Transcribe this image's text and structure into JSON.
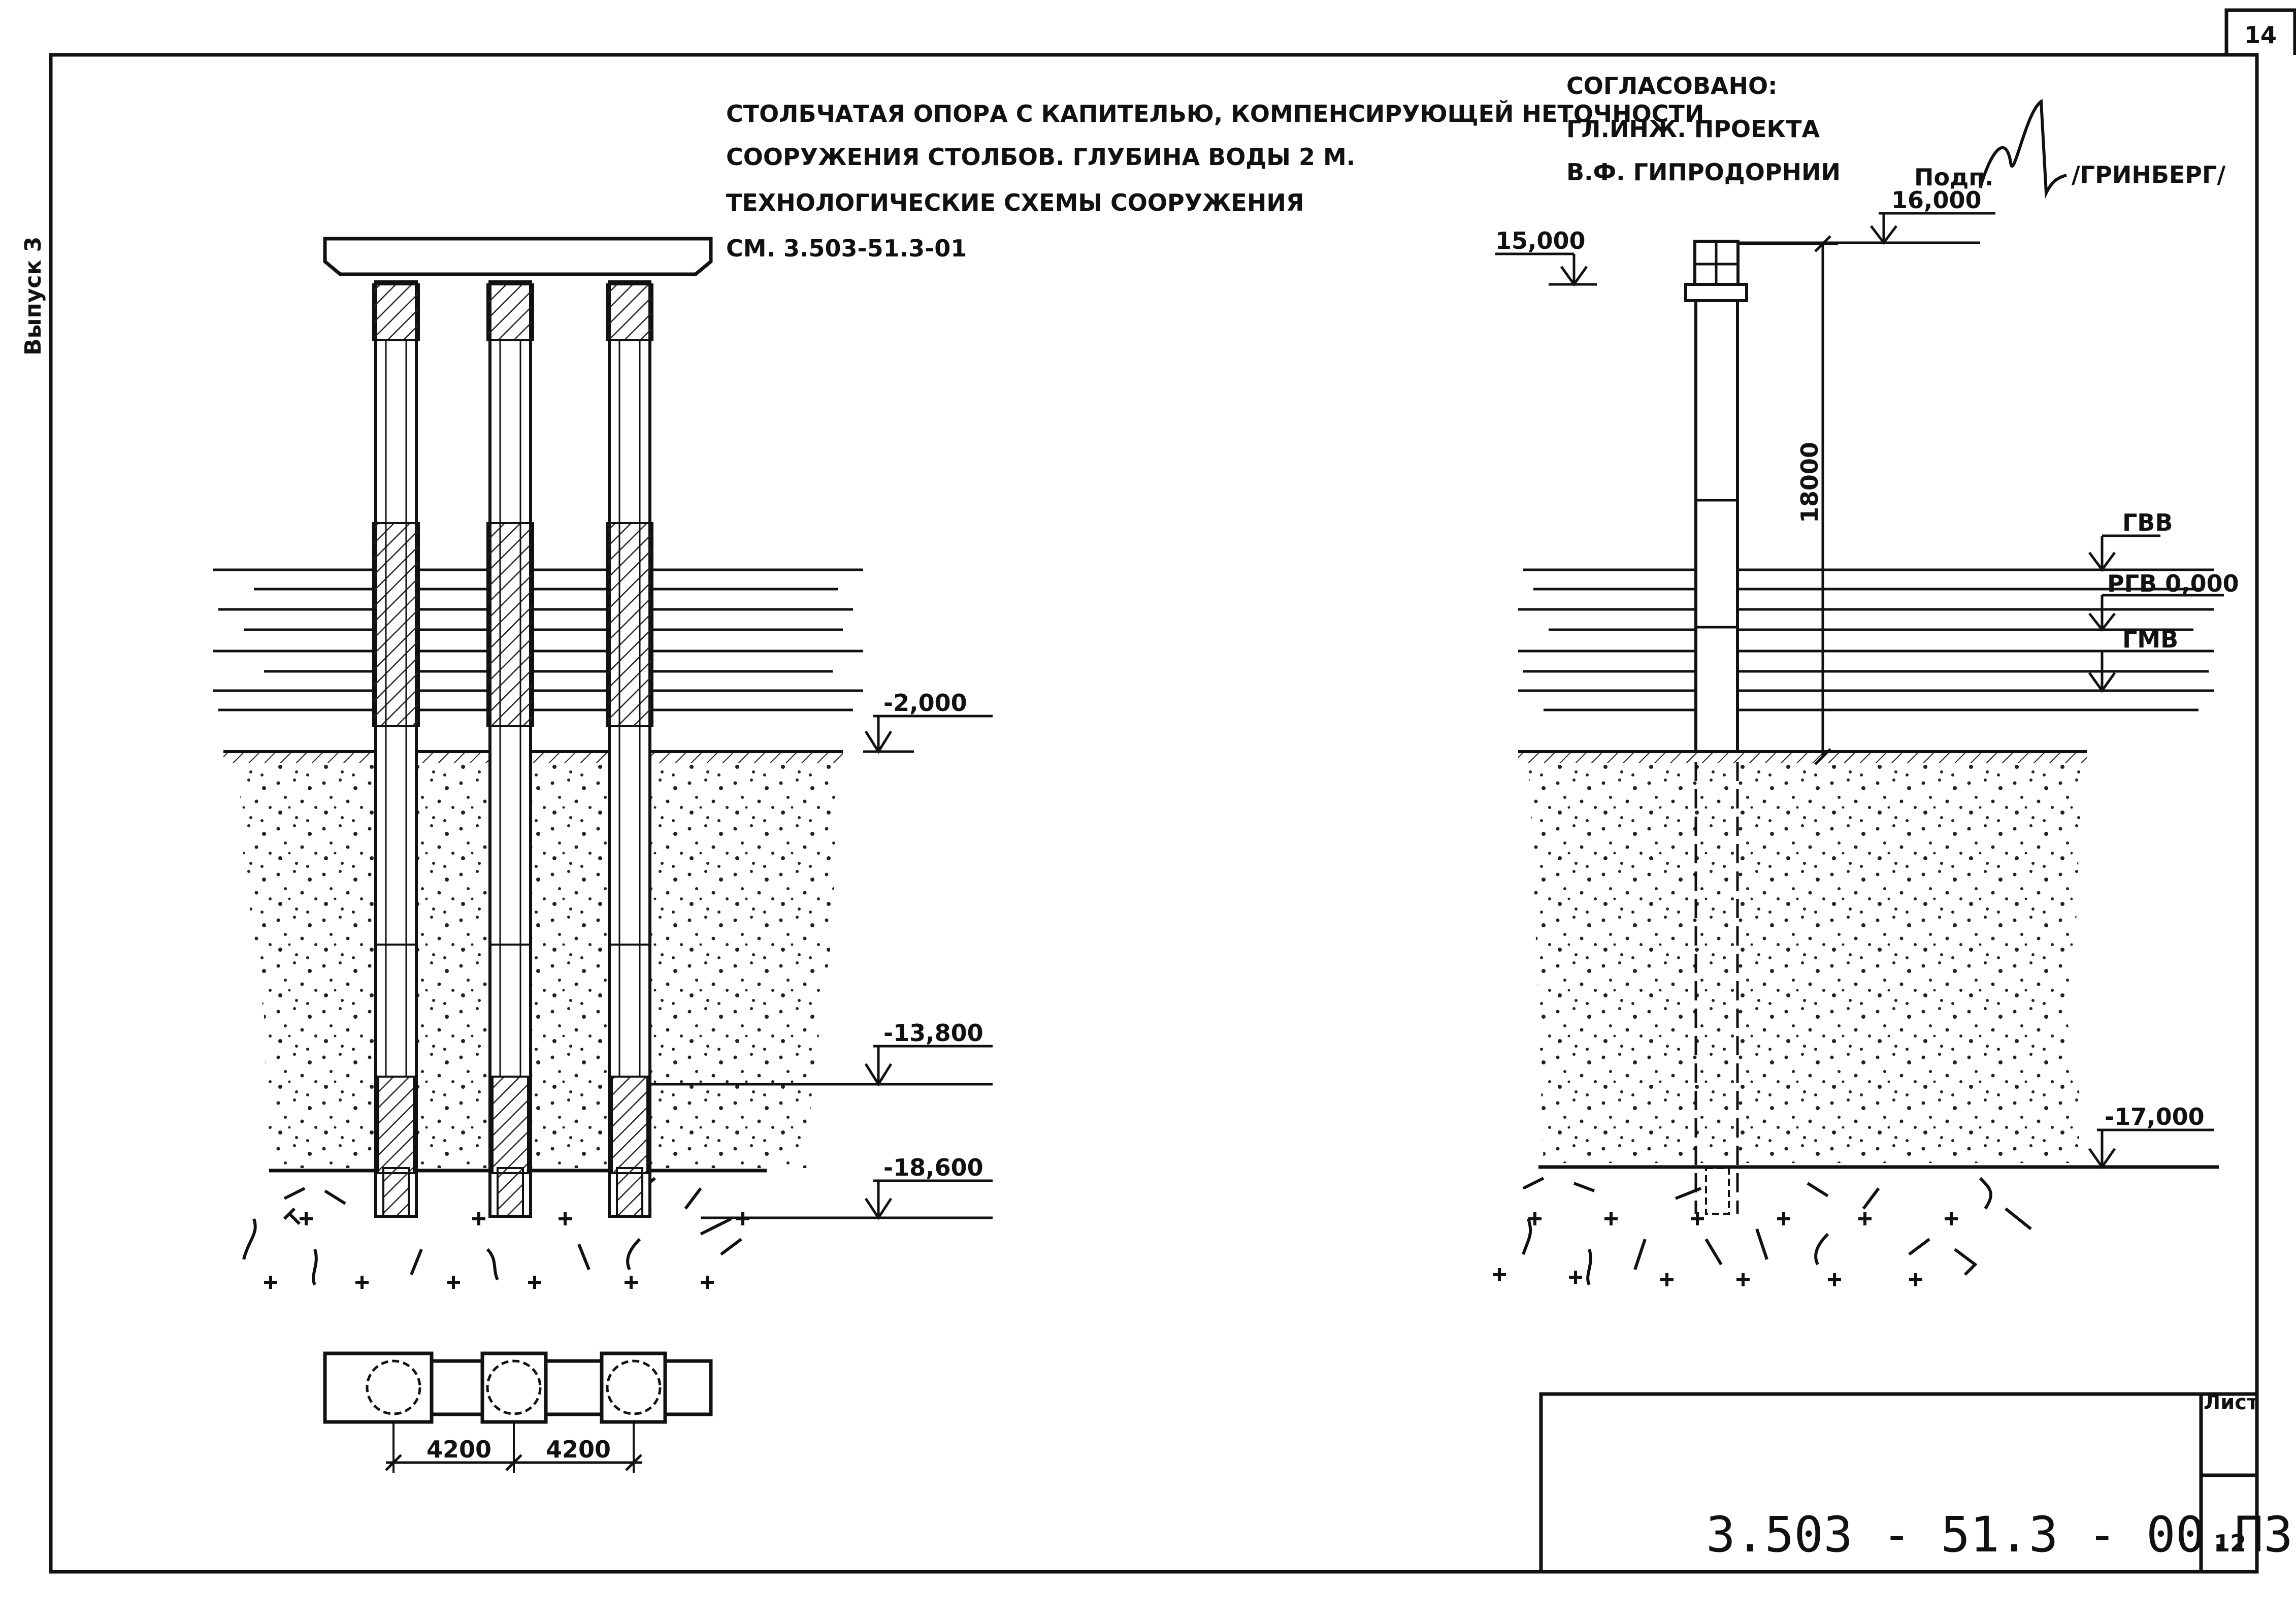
{
  "sheet": {
    "page_number": "14",
    "side_label": "Выпуск 3",
    "title_lines": [
      "СТОЛБЧАТАЯ ОПОРА С КАПИТЕЛЬЮ, КОМПЕНСИРУЮЩЕЙ НЕТОЧНОСТИ",
      "СООРУЖЕНИЯ СТОЛБОВ. ГЛУБИНА ВОДЫ 2 М.",
      "ТЕХНОЛОГИЧЕСКИЕ СХЕМЫ СООРУЖЕНИЯ",
      "СМ. 3.503-51.3-01"
    ],
    "approval_lines": [
      "СОГЛАСОВАНО:",
      "ГЛ.ИНЖ. ПРОЕКТА",
      "В.Ф. ГИПРОДОРНИИ"
    ],
    "signature_label": "Подп.",
    "signer": "/ГРИНБЕРГ/",
    "doc_code": "3.503 - 51.3 - 00.П3",
    "list_label": "Лист",
    "list_number": "12"
  },
  "left_view": {
    "levels": [
      "-2,000",
      "-13,800",
      "-18,600"
    ],
    "dims": [
      "4200",
      "4200"
    ]
  },
  "right_view": {
    "levels": [
      "15,000",
      "16,000",
      "-17,000"
    ],
    "water_labels": [
      "ГВВ",
      "РГВ 0,000",
      "ГМВ"
    ],
    "height_dim": "18000"
  },
  "colors": {
    "ink": "#111111",
    "paper": "#ffffff",
    "hatch": "#333333"
  }
}
